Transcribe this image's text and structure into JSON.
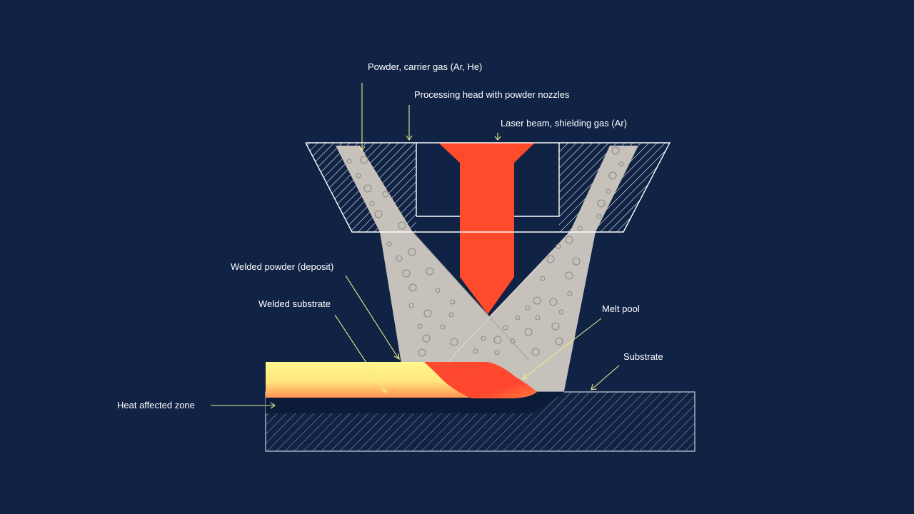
{
  "labels": {
    "powder": "Powder, carrier gas (Ar, He)",
    "head": "Processing head with powder nozzles",
    "laser": "Laser beam, shielding gas (Ar)",
    "deposit": "Welded powder (deposit)",
    "welded_substrate": "Welded substrate",
    "melt_pool": "Melt pool",
    "substrate": "Substrate",
    "haz": "Heat affected zone"
  },
  "colors": {
    "background": "#102345",
    "powder_stream": "#c6c1bb",
    "laser": "#ff4b2b",
    "melt_pool": "#ff4a2f",
    "deposit_light": "#fff58a",
    "deposit_warm": "#ff8f4e",
    "haz": "#0b1b38",
    "arrow": "#e9ee8c",
    "outline": "#ffffff"
  }
}
